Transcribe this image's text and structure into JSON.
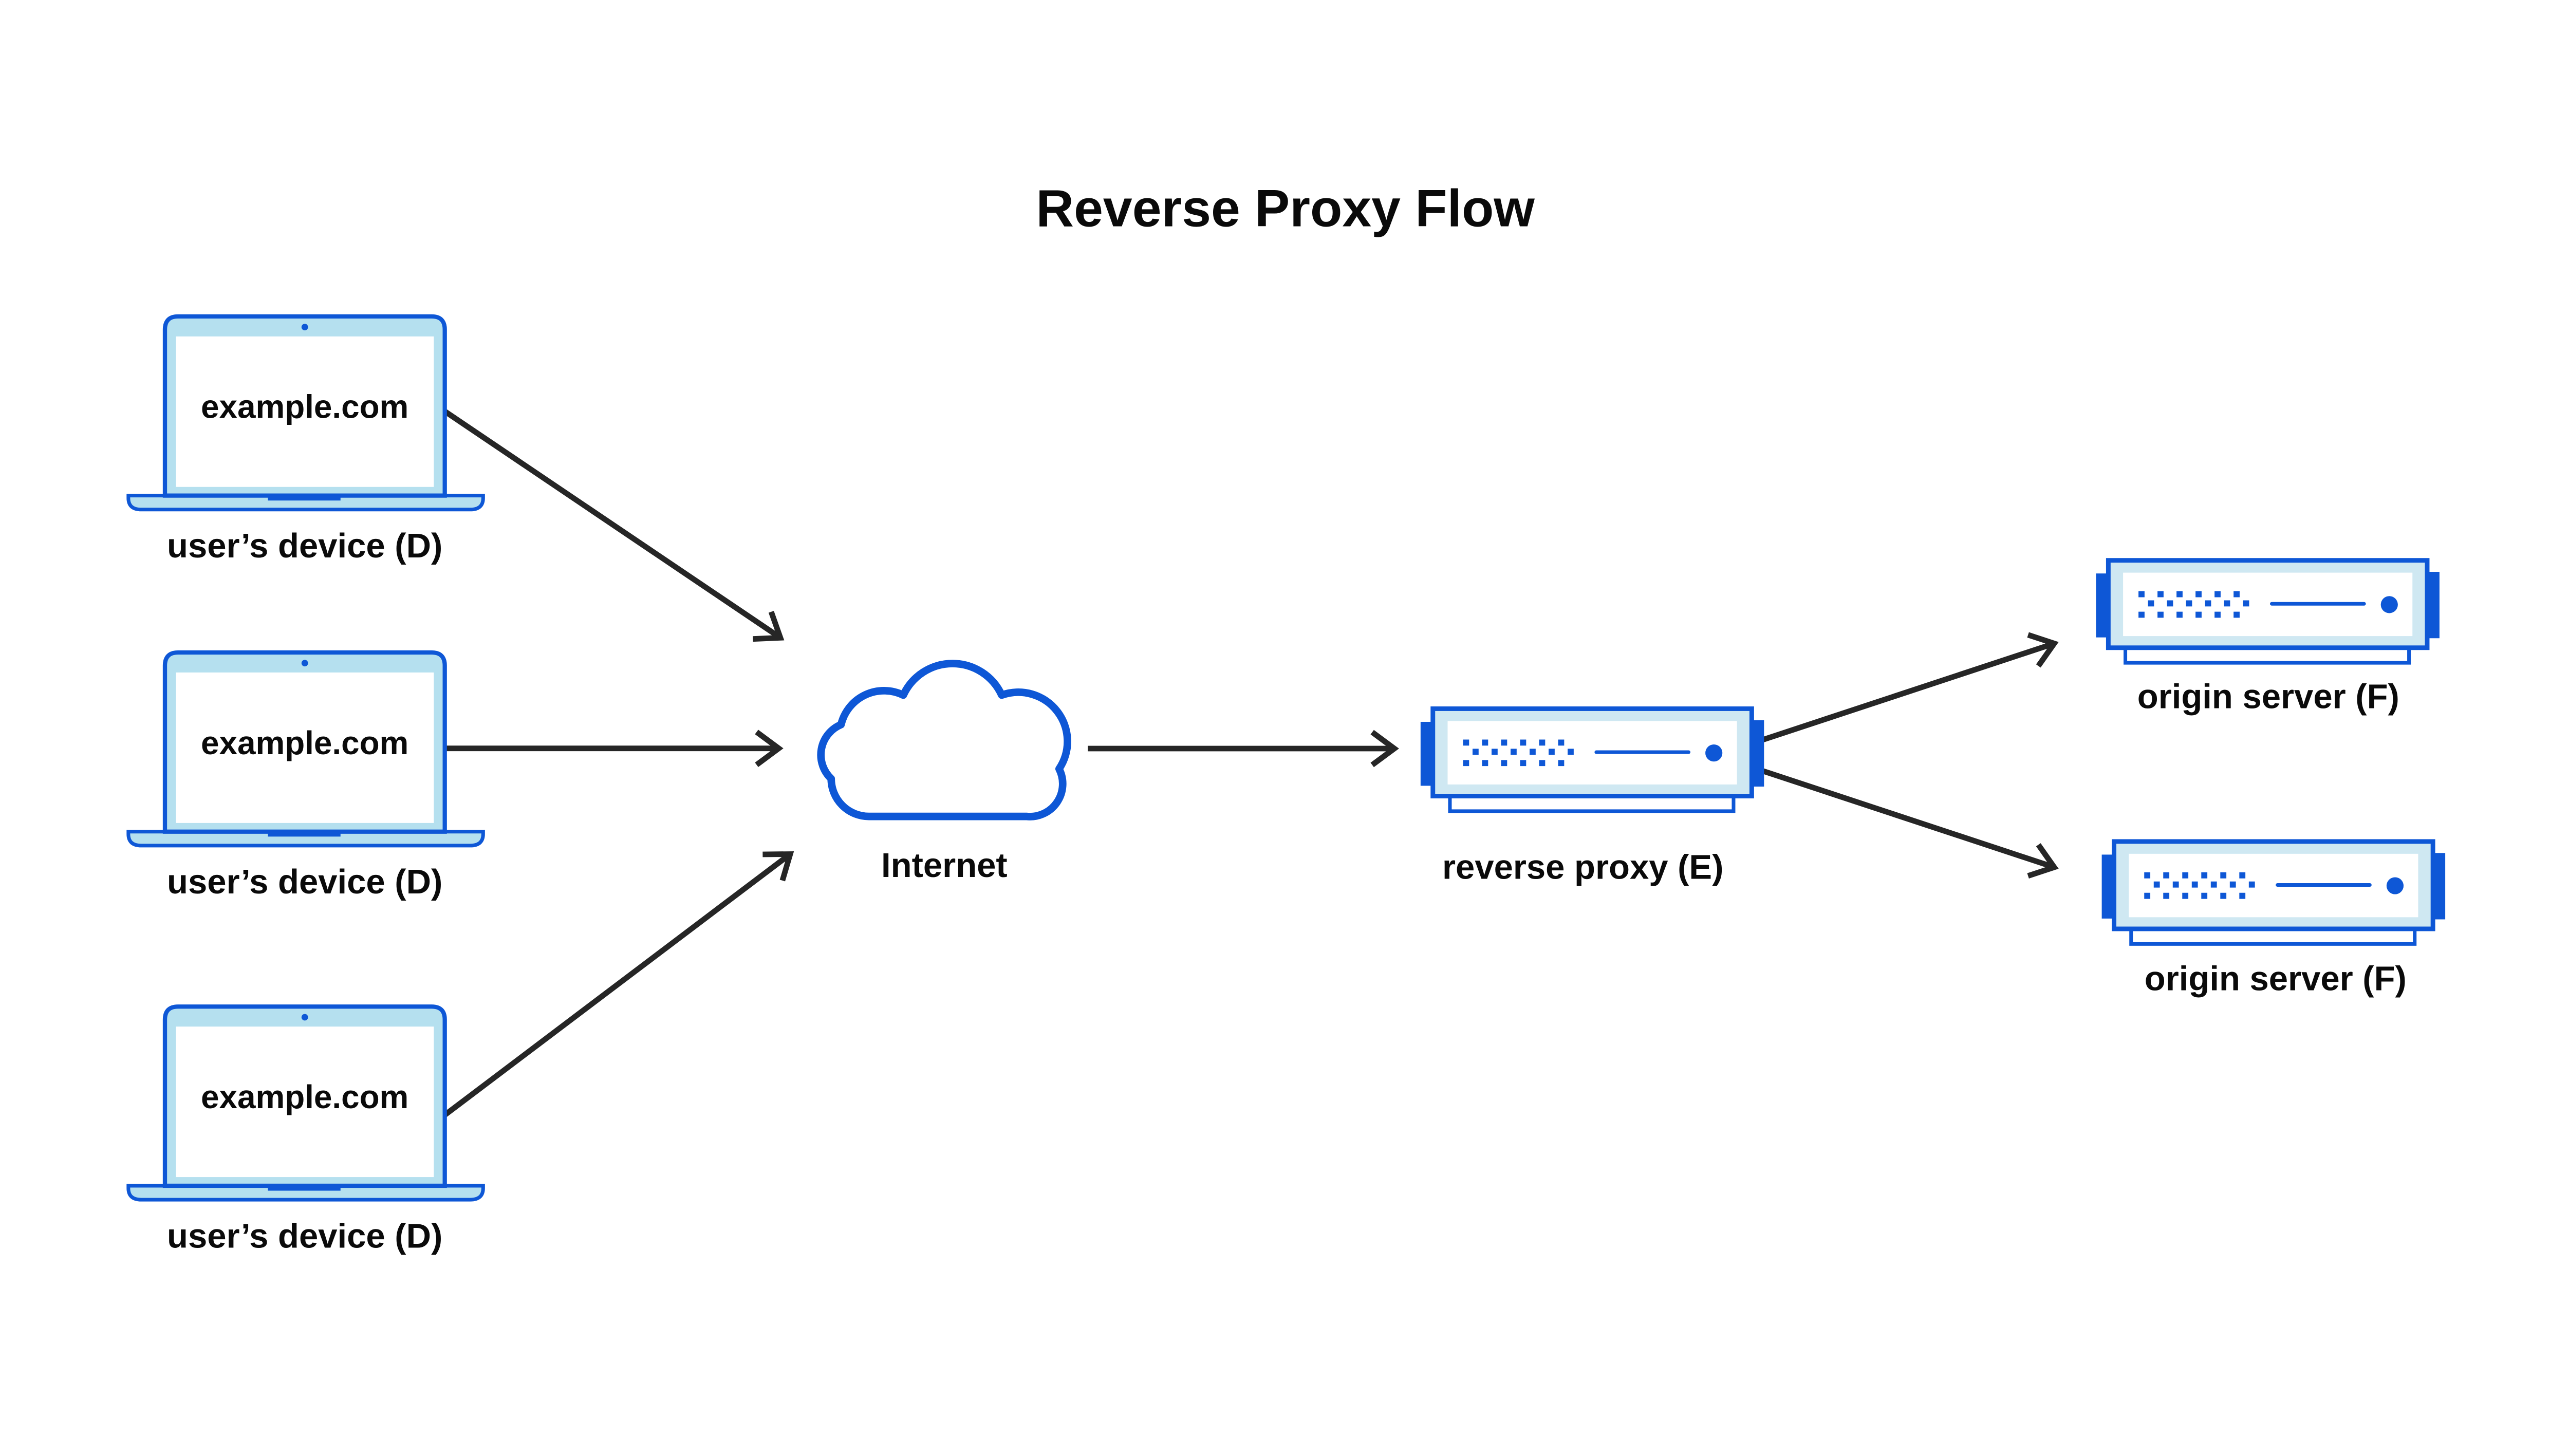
{
  "title": "Reverse Proxy Flow",
  "colors": {
    "blue": "#0e57d6",
    "laptop_screen_bezel": "#b5e0ef",
    "server_panel": "#cfe8f2",
    "arrow": "#262626",
    "text": "#0a0a0a",
    "background": "#ffffff"
  },
  "devices": [
    {
      "screen_text": "example.com",
      "label": "user’s device (D)"
    },
    {
      "screen_text": "example.com",
      "label": "user’s device (D)"
    },
    {
      "screen_text": "example.com",
      "label": "user’s device (D)"
    }
  ],
  "internet": {
    "label": "Internet"
  },
  "reverse_proxy": {
    "label": "reverse proxy (E)"
  },
  "origin_servers": [
    {
      "label": "origin server (F)"
    },
    {
      "label": "origin server (F)"
    }
  ],
  "connections": [
    {
      "from": "user’s device (D) #1",
      "to": "Internet"
    },
    {
      "from": "user’s device (D) #2",
      "to": "Internet"
    },
    {
      "from": "user’s device (D) #3",
      "to": "Internet"
    },
    {
      "from": "Internet",
      "to": "reverse proxy (E)"
    },
    {
      "from": "reverse proxy (E)",
      "to": "origin server (F) #1"
    },
    {
      "from": "reverse proxy (E)",
      "to": "origin server (F) #2"
    }
  ]
}
